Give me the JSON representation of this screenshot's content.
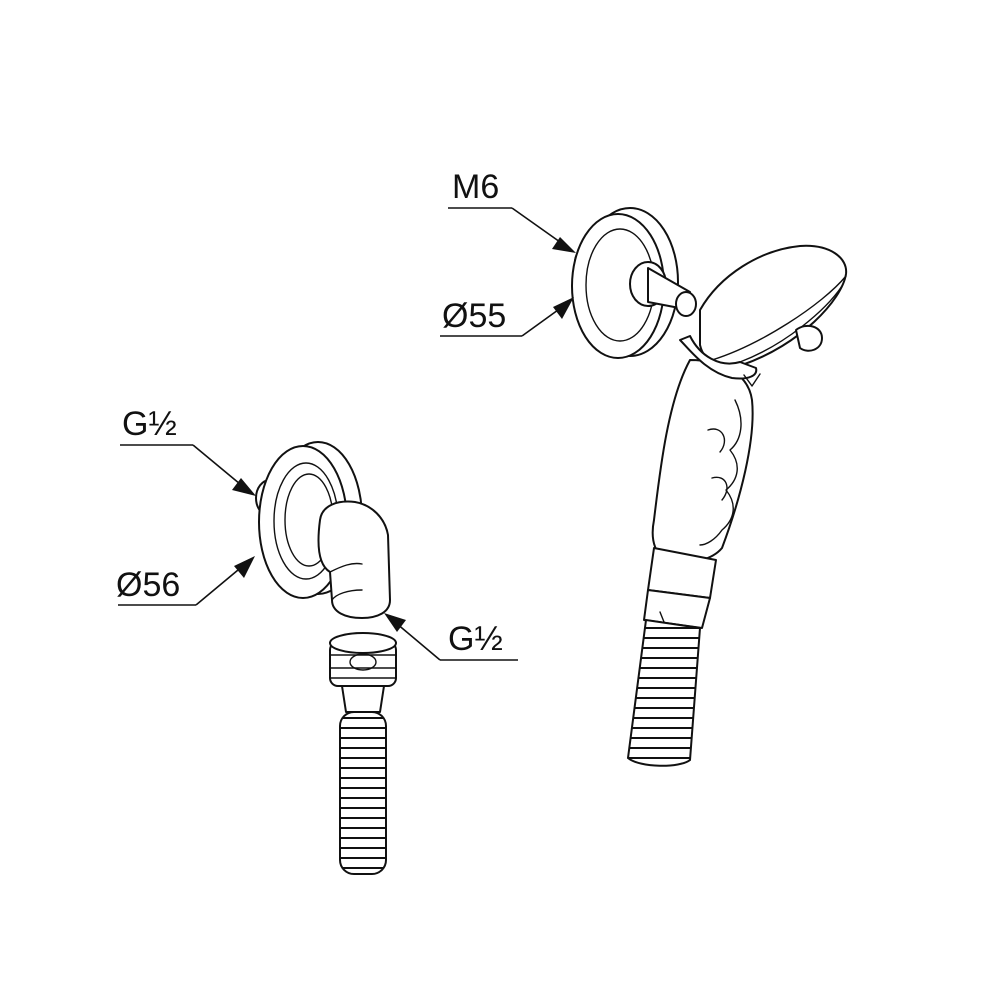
{
  "labels": {
    "wall_outlet_thread": "G½",
    "wall_outlet_diameter": "Ø56",
    "hose_connection_thread": "G½",
    "holder_screw": "M6",
    "holder_diameter": "Ø55"
  },
  "colors": {
    "line": "#111111",
    "background": "#ffffff"
  }
}
